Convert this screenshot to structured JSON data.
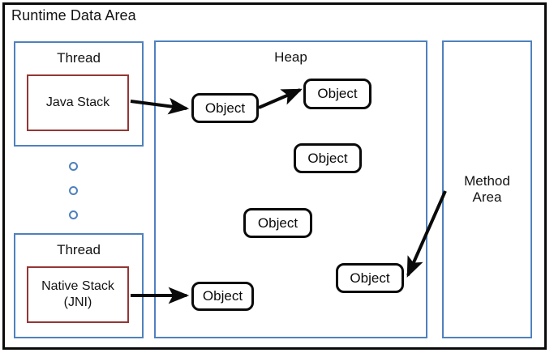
{
  "figure": {
    "title": "Runtime Data Area",
    "colors": {
      "outer_border": "#0a0a0a",
      "region_border": "#4f81bd",
      "stack_border": "#943634",
      "object_border": "#0a0a0a",
      "arrow": "#0a0a0a",
      "text": "#131313",
      "background": "#ffffff"
    }
  },
  "regions": {
    "thread_top": {
      "label": "Thread"
    },
    "thread_bottom": {
      "label": "Thread"
    },
    "heap": {
      "label": "Heap"
    },
    "method_area": {
      "label": "Method\nArea",
      "line1": "Method",
      "line2": "Area"
    }
  },
  "stacks": [
    {
      "id": "java-stack",
      "label": "Java Stack"
    },
    {
      "id": "native-stack",
      "line1": "Native Stack",
      "line2": "(JNI)"
    }
  ],
  "objects": [
    {
      "id": "object-1",
      "label": "Object"
    },
    {
      "id": "object-2",
      "label": "Object"
    },
    {
      "id": "object-3",
      "label": "Object"
    },
    {
      "id": "object-4",
      "label": "Object"
    },
    {
      "id": "object-5",
      "label": "Object"
    },
    {
      "id": "object-6",
      "label": "Object"
    }
  ],
  "ellipsis": {
    "count": 3,
    "shape": "hollow-circle"
  },
  "arrows": [
    {
      "id": "java-stack-to-object-1",
      "from": "java-stack",
      "to": "object-1"
    },
    {
      "id": "object-1-to-object-2",
      "from": "object-1",
      "to": "object-2"
    },
    {
      "id": "native-stack-to-object-6",
      "from": "native-stack",
      "to": "object-6"
    },
    {
      "id": "method-area-to-object-5",
      "from": "method-area",
      "to": "object-5"
    }
  ]
}
